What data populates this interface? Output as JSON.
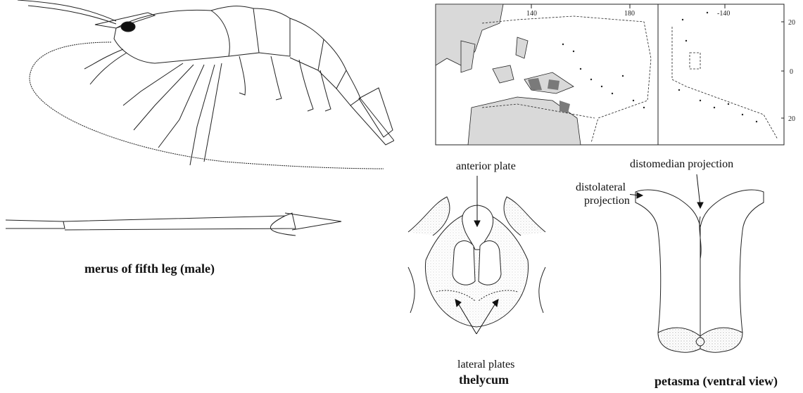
{
  "figure": {
    "merus_caption": "merus of fifth leg (male)",
    "thelycum": {
      "anterior_label": "anterior plate",
      "lateral_label": "lateral plates",
      "caption": "thelycum"
    },
    "petasma": {
      "distomedian_label": "distomedian projection",
      "distolateral_label_line1": "distolateral",
      "distolateral_label_line2": "projection",
      "caption": "petasma (ventral view)"
    },
    "map": {
      "lon_ticks": [
        "140",
        "180",
        "-140"
      ],
      "lat_ticks": [
        "20",
        "0",
        "20"
      ],
      "land_color": "#d9d9d9",
      "range_color": "#7a7a7a"
    }
  }
}
